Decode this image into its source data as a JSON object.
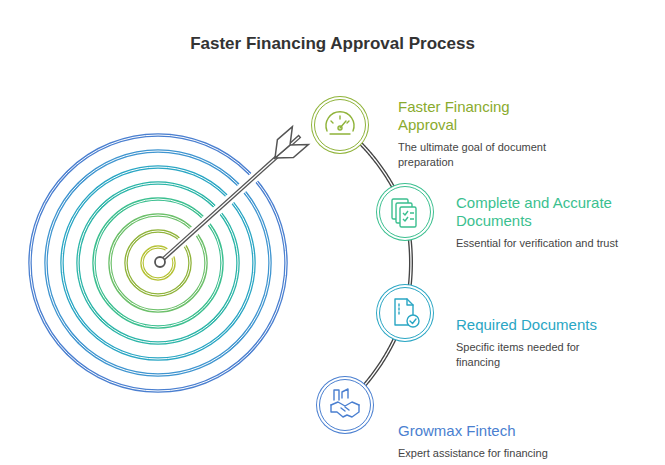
{
  "diagram": {
    "title": "Faster Financing Approval Process",
    "nodes": [
      {
        "text": [
          "Faster Financing Approval",
          "The ultimate goal of document preparation"
        ]
      },
      {
        "text": [
          "Complete and Accurate Documents",
          "Essential for verification and trust"
        ]
      },
      {
        "text": [
          "Required Documents",
          "Specific items needed for financing"
        ]
      },
      {
        "text": [
          "Growmax Fintech",
          "Expert assistance for financing"
        ]
      }
    ],
    "edges": [
      {
        "from": 0,
        "to": 1,
        "arrow": "none"
      },
      {
        "from": 1,
        "to": 2,
        "arrow": "none"
      },
      {
        "from": 2,
        "to": 3,
        "arrow": "none"
      }
    ]
  }
}
